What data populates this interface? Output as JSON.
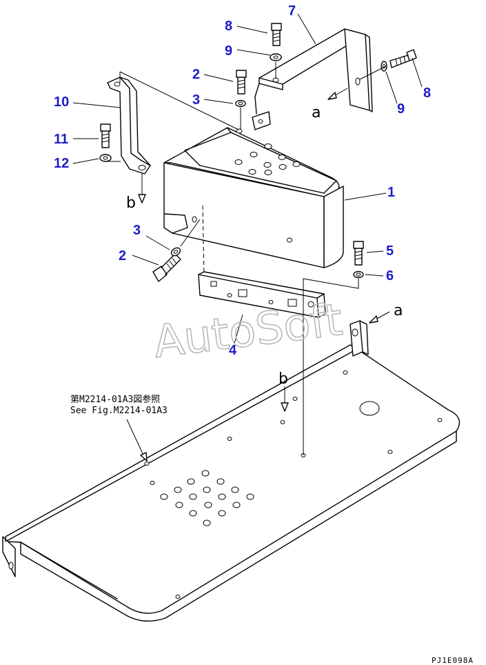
{
  "watermark": "AutoSoft",
  "callouts": {
    "c1": "1",
    "c2a": "2",
    "c2b": "2",
    "c3a": "3",
    "c3b": "3",
    "c4": "4",
    "c5": "5",
    "c6": "6",
    "c7": "7",
    "c8a": "8",
    "c8b": "8",
    "c9a": "9",
    "c9b": "9",
    "c10": "10",
    "c11": "11",
    "c12": "12"
  },
  "refs": {
    "a_top": "a",
    "a_right": "a",
    "b_left": "b",
    "b_center": "b"
  },
  "note": {
    "line1": "第M2214-01A3図参照",
    "line2": "See Fig.M2214-01A3"
  },
  "drawing_code": "PJ1E098A",
  "colors": {
    "callout": "#1c1cc8",
    "line": "#000000",
    "watermark": "#b8b8b8"
  }
}
